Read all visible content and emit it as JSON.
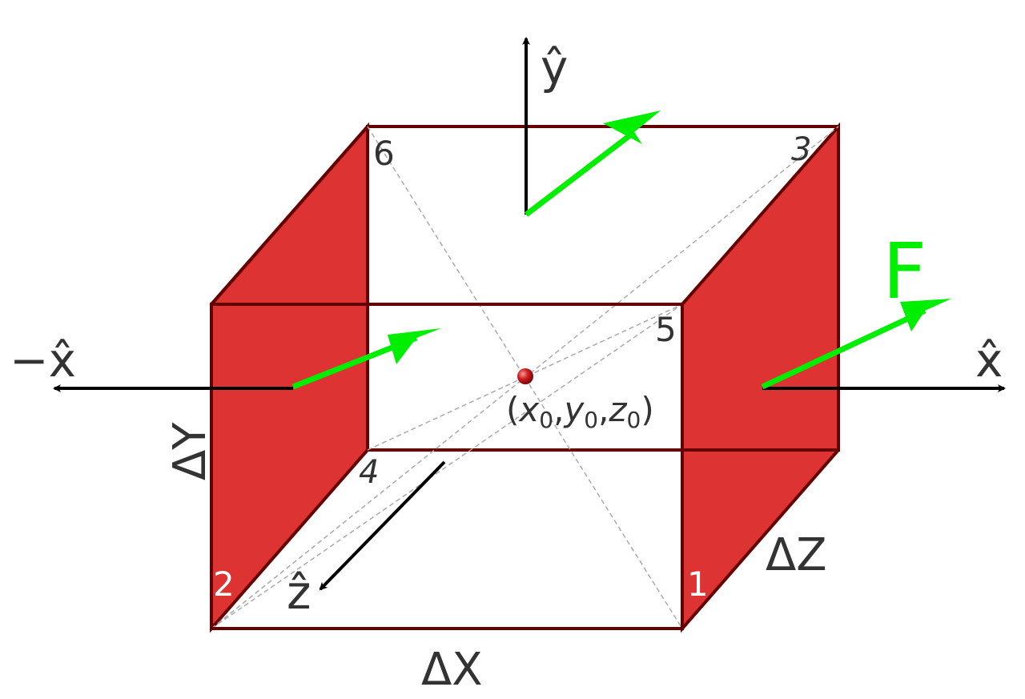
{
  "colors": {
    "side_fill": "#dd3333",
    "edge": "#660000",
    "arrow_green": "#00ee00",
    "axis": "#000000",
    "diagonal": "#aaaaaa",
    "label": "#333333",
    "center_point": "#cc2222"
  },
  "labels": {
    "y_axis": "ŷ",
    "x_axis": "x̂",
    "neg_x_axis": "−x̂",
    "z_axis": "ẑ",
    "force": "F",
    "delta_x": "ΔX",
    "delta_y": "ΔY",
    "delta_z": "ΔZ",
    "center_open": "(",
    "center_x": "x",
    "center_y": "y",
    "center_z": "z",
    "center_sub": "0",
    "center_comma": ",",
    "center_close": ")"
  },
  "faces": {
    "f1": "1",
    "f2": "2",
    "f3": "3",
    "f4": "4",
    "f5": "5",
    "f6": "6"
  }
}
